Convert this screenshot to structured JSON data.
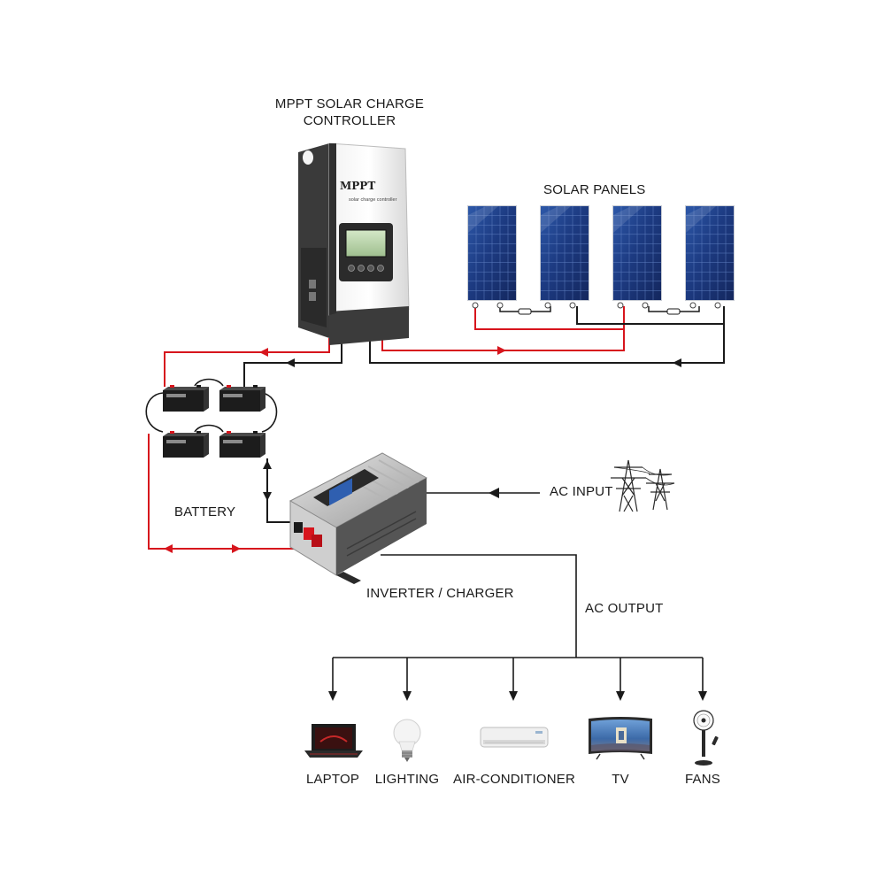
{
  "controller": {
    "title_line1": "MPPT SOLAR CHARGE",
    "title_line2": "CONTROLLER",
    "brand": "MPPT",
    "subtitle": "solar charge controller"
  },
  "panels": {
    "title": "SOLAR PANELS",
    "count": 4
  },
  "battery": {
    "title": "BATTERY",
    "count": 4
  },
  "inverter": {
    "title": "INVERTER / CHARGER"
  },
  "grid": {
    "ac_input": "AC INPUT"
  },
  "output": {
    "ac_output": "AC OUTPUT"
  },
  "loads": [
    {
      "id": "laptop",
      "label": "LAPTOP",
      "icon": "laptop-icon"
    },
    {
      "id": "lighting",
      "label": "LIGHTING",
      "icon": "light-bulb-icon"
    },
    {
      "id": "air-conditioner",
      "label": "AIR-CONDITIONER",
      "icon": "air-conditioner-icon"
    },
    {
      "id": "tv",
      "label": "TV",
      "icon": "tv-icon"
    },
    {
      "id": "fans",
      "label": "FANS",
      "icon": "fan-icon"
    }
  ],
  "colors": {
    "positive_wire": "#d7151d",
    "negative_wire": "#1a1a1a",
    "panel_blue": "#1f3f86"
  }
}
